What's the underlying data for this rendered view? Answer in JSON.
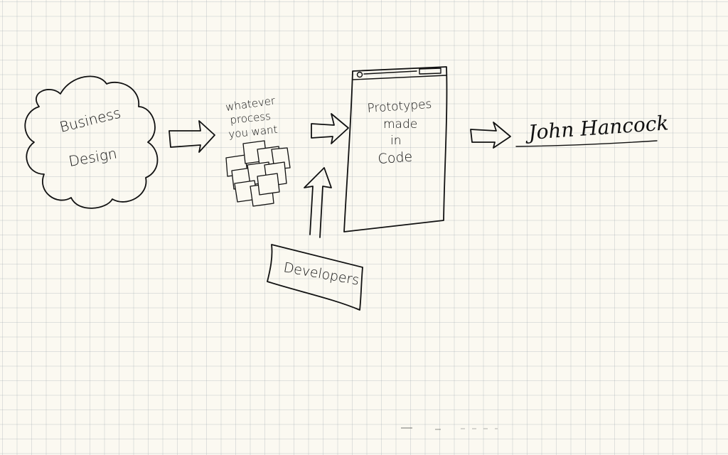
{
  "diagram": {
    "business_design": {
      "line1": "Business",
      "line2": "Design"
    },
    "process": {
      "line1": "whatever",
      "line2": "process",
      "line3": "you want"
    },
    "prototype": {
      "line1": "Prototypes",
      "line2": "made",
      "line3": "in",
      "line4": "Code"
    },
    "developers": {
      "label": "Developers"
    },
    "signature": {
      "text": "John Hancock"
    },
    "ink_color": "#111111",
    "paper_color": "#fbf9f1",
    "grid_color": "#a0aab4"
  }
}
